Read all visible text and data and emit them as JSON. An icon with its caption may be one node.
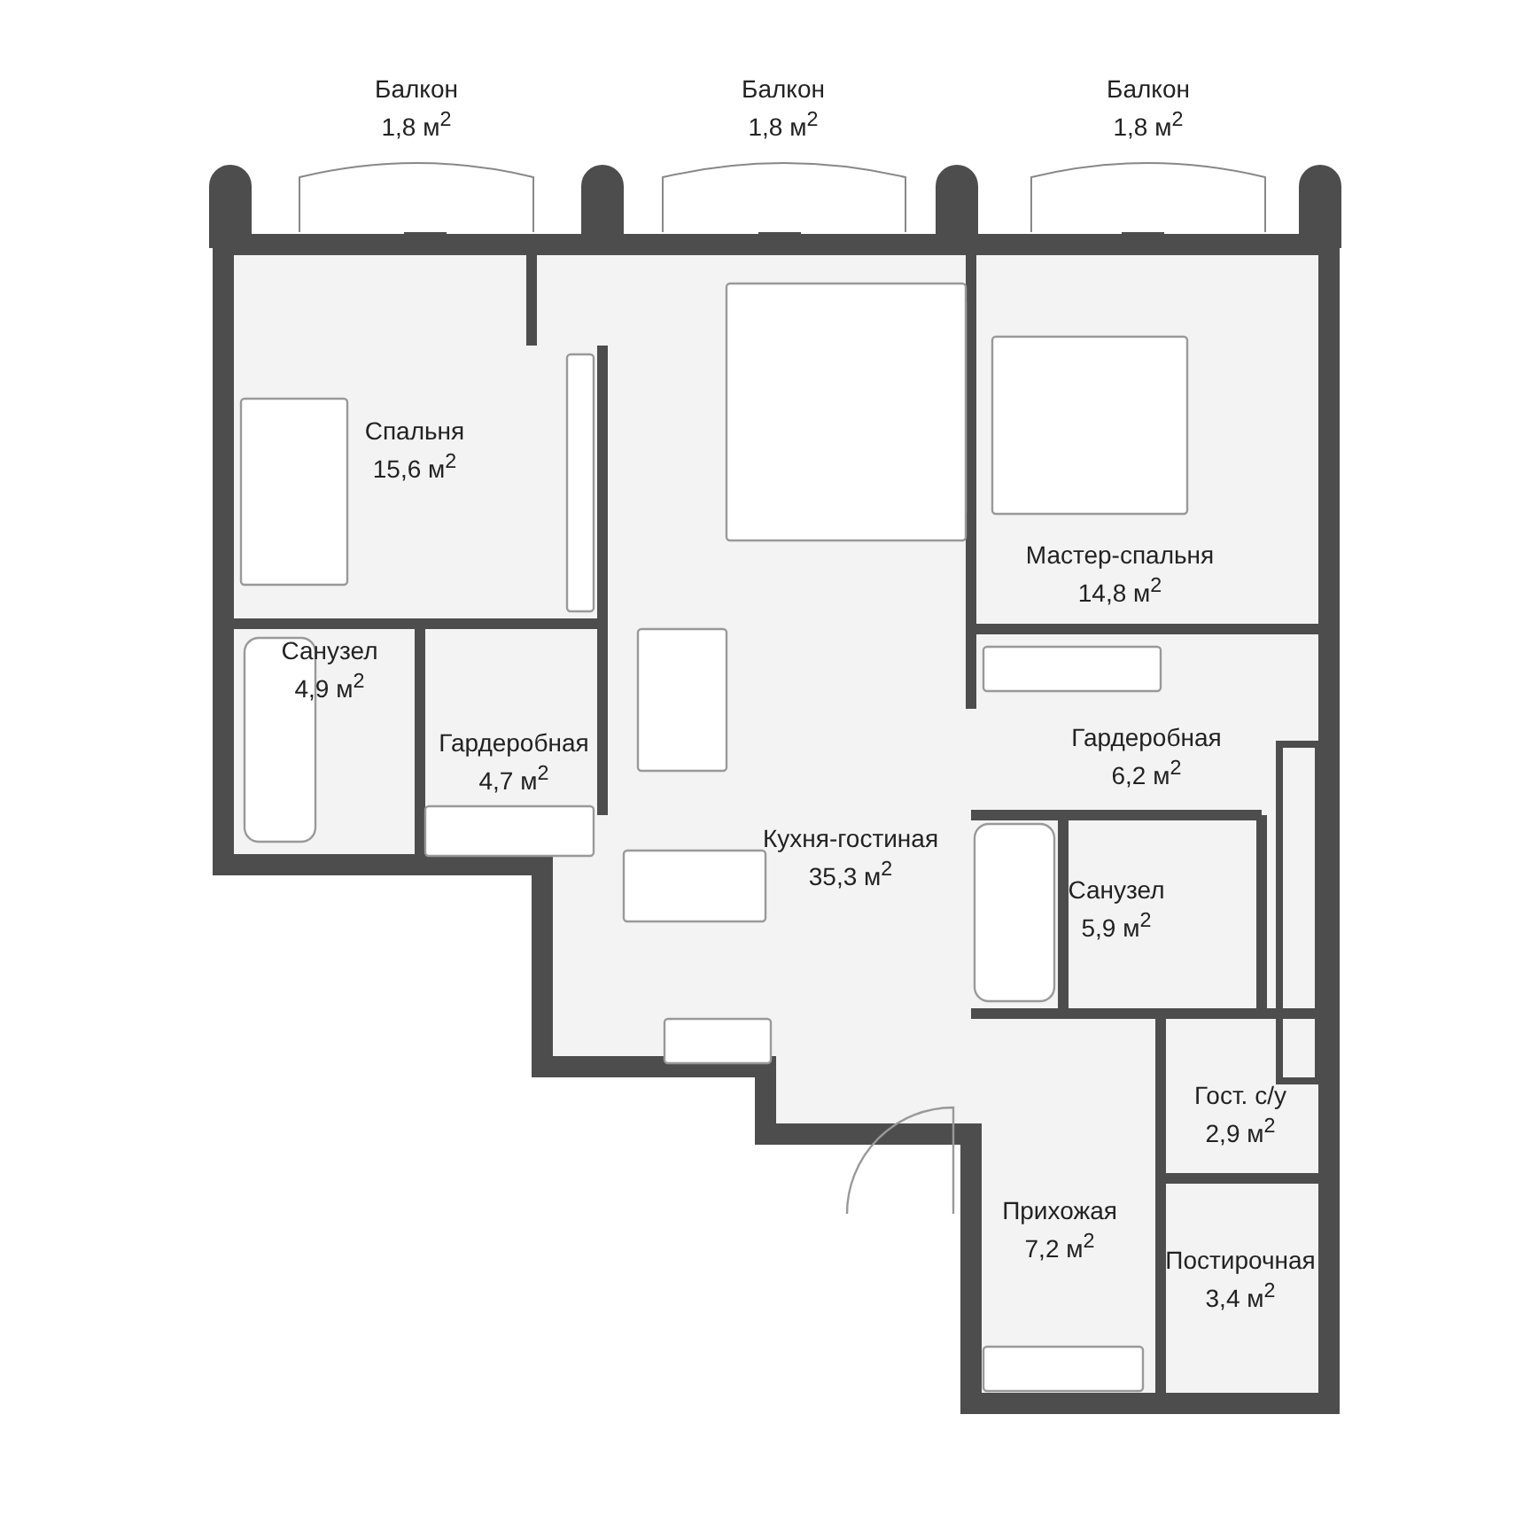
{
  "diagram": {
    "nodes": [
      {
        "text": [
          "Балкон",
          "1,8 м$^{2}$"
        ]
      },
      {
        "text": [
          "Балкон",
          "1,8 м$^{2}$"
        ]
      },
      {
        "text": [
          "Балкон",
          "1,8 м$^{2}$"
        ]
      },
      {
        "text": [
          "Спальня",
          "15,6 м$^{2}$"
        ]
      },
      {
        "text": [
          "Санузел",
          "4,9 м$^{2}$"
        ]
      },
      {
        "text": [
          "Гардеробная",
          "4,7 м$^{2}$"
        ]
      },
      {
        "text": [
          "Кухня-гостиная",
          "35,3 м$^{2}$"
        ]
      },
      {
        "text": [
          "Мастер-спальня",
          "14,8 м$^{2}$"
        ]
      },
      {
        "text": [
          "Гардеробная",
          "6,2 м$^{2}$"
        ]
      },
      {
        "text": [
          "Санузел",
          "5,9 м$^{2}$"
        ]
      },
      {
        "text": [
          "Прихожая",
          "7,2 м$^{2}$"
        ]
      },
      {
        "text": [
          "Гост. с/у",
          "2,9 м$^{2}$"
        ]
      },
      {
        "text": [
          "Постирочная",
          "3,4 м$^{2}$"
        ]
      }
    ]
  }
}
